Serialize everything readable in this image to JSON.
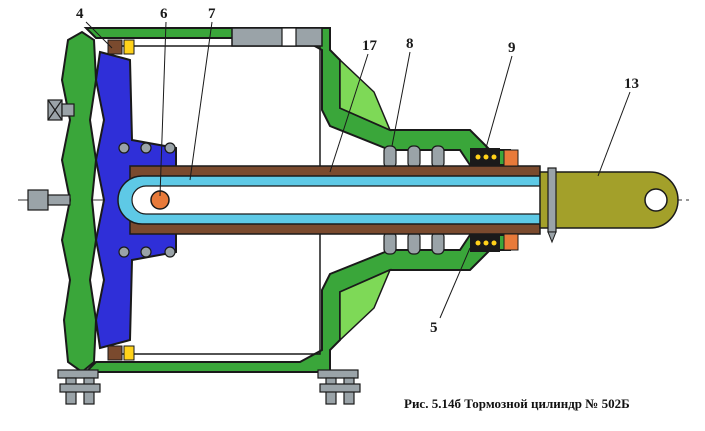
{
  "diagram": {
    "caption": "Рис. 5.14б  Тормозной цилиндр № 502Б",
    "callouts": {
      "c4": "4",
      "c6": "6",
      "c7": "7",
      "c17": "17",
      "c8": "8",
      "c9": "9",
      "c13": "13",
      "c5": "5"
    },
    "colors": {
      "body": "#3aa63a",
      "body_light": "#7ed957",
      "body_dark": "#2e8b2e",
      "piston": "#2f2fd8",
      "rod": "#7a4a2e",
      "rod_inner": "#5ec9e6",
      "rod_core": "#bfe9f5",
      "pin": "#e87a3a",
      "fork": "#a3a02a",
      "metal_gray": "#9aa3a8",
      "outline": "#1a1a1a"
    }
  }
}
